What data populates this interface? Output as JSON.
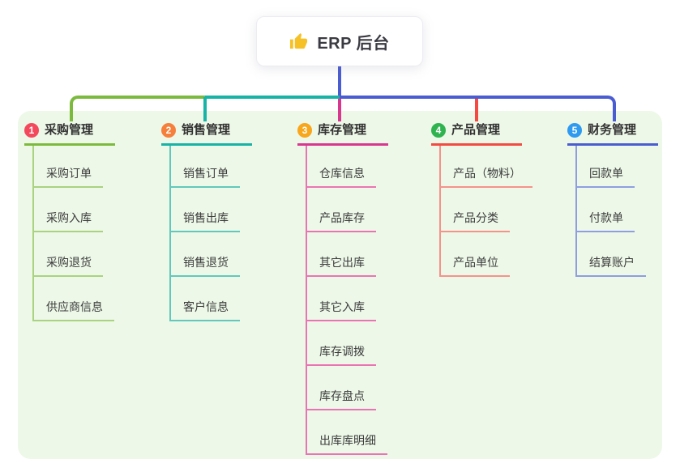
{
  "root": {
    "label": "ERP 后台",
    "icon": "thumbs-up"
  },
  "connector": {
    "stem_color": "#4a5cd1"
  },
  "panel": {
    "bg": "#edf8e8"
  },
  "branches": [
    {
      "number": "1",
      "title": "采购管理",
      "circle_color": "#f4495d",
      "line_color": "#7cba3d",
      "sub_line_color": "#a9d37f",
      "items": [
        "采购订单",
        "采购入库",
        "采购退货",
        "供应商信息"
      ]
    },
    {
      "number": "2",
      "title": "销售管理",
      "circle_color": "#f6803b",
      "line_color": "#17b3a6",
      "sub_line_color": "#62c8bc",
      "items": [
        "销售订单",
        "销售出库",
        "销售退货",
        "客户信息"
      ]
    },
    {
      "number": "3",
      "title": "库存管理",
      "circle_color": "#f8a61c",
      "line_color": "#d93690",
      "sub_line_color": "#ea74b3",
      "items": [
        "仓库信息",
        "产品库存",
        "其它出库",
        "其它入库",
        "库存调拨",
        "库存盘点",
        "出库库明细"
      ]
    },
    {
      "number": "4",
      "title": "产品管理",
      "circle_color": "#2fb34f",
      "line_color": "#f44a41",
      "sub_line_color": "#f5928a",
      "items": [
        "产品（物料）",
        "产品分类",
        "产品单位"
      ]
    },
    {
      "number": "5",
      "title": "财务管理",
      "circle_color": "#2e9bf0",
      "line_color": "#4a5cd1",
      "sub_line_color": "#8e9ee0",
      "items": [
        "回款单",
        "付款单",
        "结算账户"
      ]
    }
  ]
}
